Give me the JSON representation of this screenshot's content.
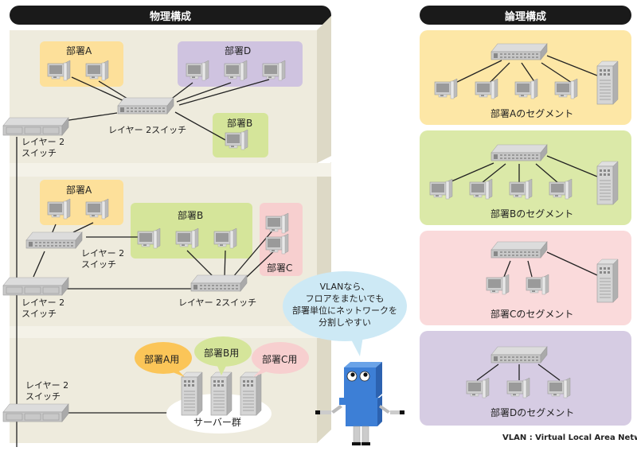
{
  "headers": {
    "physical": "物理構成",
    "logical": "論理構成"
  },
  "physical": {
    "floor1": {
      "dept_a": "部署A",
      "dept_d": "部署D",
      "dept_b": "部署B",
      "switch_center": "レイヤー 2スイッチ",
      "switch_left_line1": "レイヤー 2",
      "switch_left_line2": "スイッチ"
    },
    "floor2": {
      "dept_a": "部署A",
      "dept_b": "部署B",
      "dept_c": "部署C",
      "switch_a_line1": "レイヤー 2",
      "switch_a_line2": "スイッチ",
      "switch_left_line1": "レイヤー 2",
      "switch_left_line2": "スイッチ",
      "switch_center": "レイヤー 2スイッチ"
    },
    "floor3": {
      "switch_left_line1": "レイヤー 2",
      "switch_left_line2": "スイッチ",
      "server_a": "部署A用",
      "server_b": "部署B用",
      "server_c": "部署C用",
      "server_group": "サーバー群"
    }
  },
  "speech": {
    "line1": "VLANなら、",
    "line2": "フロアをまたいでも",
    "line3": "部署単位にネットワークを",
    "line4": "分割しやすい"
  },
  "logical": {
    "segments": [
      {
        "label": "部署Aのセグメント",
        "color": "#fde7a6"
      },
      {
        "label": "部署Bのセグメント",
        "color": "#dbe9a8"
      },
      {
        "label": "部署Cのセグメント",
        "color": "#fadadb"
      },
      {
        "label": "部署Dのセグメント",
        "color": "#d6cce3"
      }
    ]
  },
  "footnote": "VLAN : Virtual Local Area Network",
  "colors": {
    "dept_a": "#fde09a",
    "dept_b": "#d5e59a",
    "dept_c": "#f7cfcf",
    "dept_d": "#cfc3e0",
    "floor": "#eeebdd",
    "bubble": "#cde9f5",
    "robot": "#3d7fd6"
  }
}
